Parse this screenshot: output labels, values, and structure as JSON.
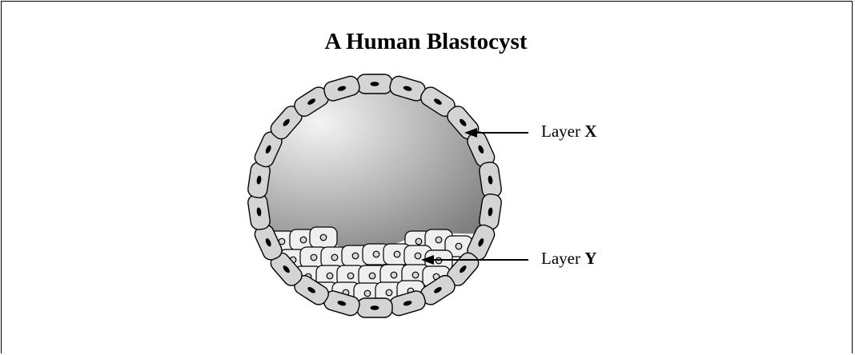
{
  "title": "A Human Blastocyst",
  "labels": {
    "x": {
      "prefix": "Layer ",
      "letter": "X"
    },
    "y": {
      "prefix": "Layer ",
      "letter": "Y"
    }
  },
  "colors": {
    "cell_fill": "#d4d4d4",
    "inner_cell_fill": "#efefef",
    "cavity_light": "#f2f2f2",
    "cavity_dark": "#8a8a8a",
    "outline": "#000000"
  }
}
